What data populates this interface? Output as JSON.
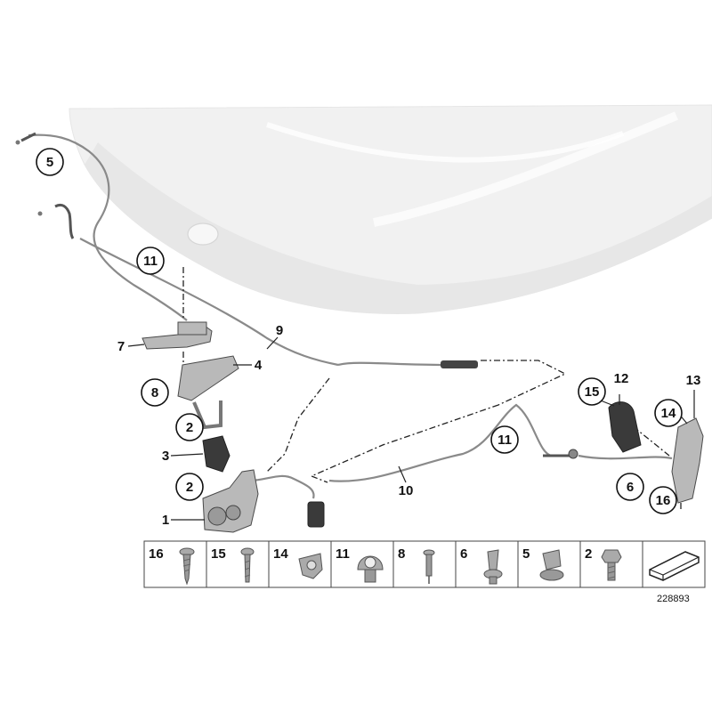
{
  "callouts": [
    {
      "id": "c5",
      "text": "5"
    },
    {
      "id": "c11a",
      "text": "11"
    },
    {
      "id": "c9",
      "text": "9"
    },
    {
      "id": "c7",
      "text": "7"
    },
    {
      "id": "c4",
      "text": "4"
    },
    {
      "id": "c8",
      "text": "8"
    },
    {
      "id": "c2a",
      "text": "2"
    },
    {
      "id": "c3",
      "text": "3"
    },
    {
      "id": "c2b",
      "text": "2"
    },
    {
      "id": "c1",
      "text": "1"
    },
    {
      "id": "c11b",
      "text": "11"
    },
    {
      "id": "c10",
      "text": "10"
    },
    {
      "id": "c12",
      "text": "12"
    },
    {
      "id": "c15",
      "text": "15"
    },
    {
      "id": "c14",
      "text": "14"
    },
    {
      "id": "c13",
      "text": "13"
    },
    {
      "id": "c6",
      "text": "6"
    },
    {
      "id": "c16",
      "text": "16"
    }
  ],
  "fastener_table": [
    {
      "number": "16",
      "icon": "self-tapping-screw-icon"
    },
    {
      "number": "15",
      "icon": "screw-icon"
    },
    {
      "number": "14",
      "icon": "spire-nut-icon"
    },
    {
      "number": "11",
      "icon": "cable-clip-icon"
    },
    {
      "number": "8",
      "icon": "rivet-icon"
    },
    {
      "number": "6",
      "icon": "expanding-rivet-icon"
    },
    {
      "number": "5",
      "icon": "push-clip-icon"
    },
    {
      "number": "2",
      "icon": "hex-bolt-icon"
    },
    {
      "number": "",
      "icon": "gasket-strip-icon"
    }
  ],
  "reference_number": "228893",
  "colors": {
    "hood": "#f1f1f1",
    "hood_shadow": "#e4e4e4",
    "part_gray": "#b9b9b9",
    "part_dark": "#3a3a3a",
    "line": "#222222"
  }
}
